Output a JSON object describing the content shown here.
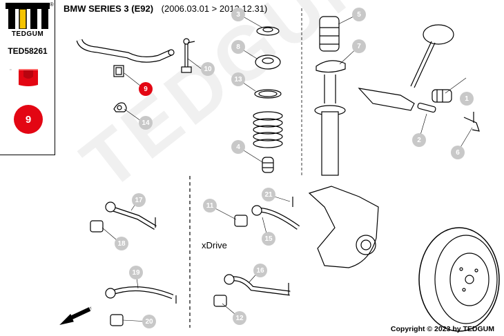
{
  "brand": {
    "logo_icon": "tedgum-logo-icon",
    "name": "TEDGUM",
    "registered_mark": "®",
    "accent_color": "#e30613"
  },
  "product": {
    "code": "TED58261",
    "thumbnail_icon": "stabilizer-bushing-icon",
    "position_number": "9"
  },
  "header": {
    "model": "BMW SERIES 3 (E92)",
    "date_range": "(2006.03.01 > 2013.12.31)"
  },
  "labels": {
    "xdrive": "xDrive",
    "front_arrow": "FRONT"
  },
  "watermark": "TEDGUM",
  "callouts": [
    {
      "id": "c1",
      "number": "1",
      "active": false
    },
    {
      "id": "c2",
      "number": "2",
      "active": false
    },
    {
      "id": "c3",
      "number": "3",
      "active": false
    },
    {
      "id": "c4",
      "number": "4",
      "active": false
    },
    {
      "id": "c5",
      "number": "5",
      "active": false
    },
    {
      "id": "c6",
      "number": "6",
      "active": false
    },
    {
      "id": "c7",
      "number": "7",
      "active": false
    },
    {
      "id": "c8",
      "number": "8",
      "active": false
    },
    {
      "id": "c9",
      "number": "9",
      "active": true
    },
    {
      "id": "c10",
      "number": "10",
      "active": false
    },
    {
      "id": "c11",
      "number": "11",
      "active": false
    },
    {
      "id": "c12",
      "number": "12",
      "active": false
    },
    {
      "id": "c13",
      "number": "13",
      "active": false
    },
    {
      "id": "c14",
      "number": "14",
      "active": false
    },
    {
      "id": "c15",
      "number": "15",
      "active": false
    },
    {
      "id": "c16",
      "number": "16",
      "active": false
    },
    {
      "id": "c17",
      "number": "17",
      "active": false
    },
    {
      "id": "c18",
      "number": "18",
      "active": false
    },
    {
      "id": "c19",
      "number": "19",
      "active": false
    },
    {
      "id": "c20",
      "number": "20",
      "active": false
    },
    {
      "id": "c21",
      "number": "21",
      "active": false
    }
  ],
  "footer": {
    "copyright": "Copyright © 2023 by TEDGUM"
  }
}
